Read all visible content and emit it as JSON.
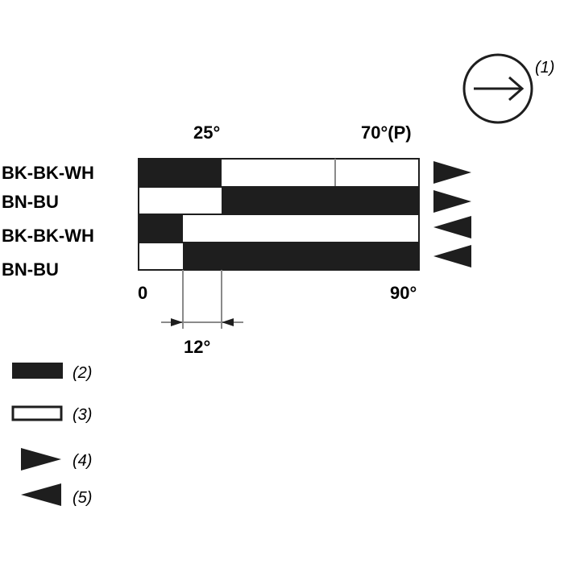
{
  "colors": {
    "closed": "#1e1e1e",
    "open": "#ffffff",
    "stroke": "#1e1e1e",
    "guide": "#8a8a8a"
  },
  "direction": {
    "icon": "arrow-right-in-circle-icon",
    "ref": "(1)"
  },
  "angles": {
    "switch_a": "25°",
    "switch_b": "70°(P)",
    "start": "0",
    "end": "90°",
    "offset": "12°"
  },
  "contacts": [
    {
      "label": "BK-BK-WH",
      "closed_ranges": [
        [
          0,
          25
        ]
      ],
      "arrow": "right-triangle-icon"
    },
    {
      "label": "BN-BU",
      "closed_ranges": [
        [
          25,
          90
        ]
      ],
      "arrow": "right-triangle-icon"
    },
    {
      "label": "BK-BK-WH",
      "closed_ranges": [
        [
          0,
          13
        ]
      ],
      "arrow": "left-triangle-icon"
    },
    {
      "label": "BN-BU",
      "closed_ranges": [
        [
          13,
          90
        ]
      ],
      "arrow": "left-triangle-icon"
    }
  ],
  "legend": [
    {
      "icon": "filled-bar-icon",
      "ref": "(2)"
    },
    {
      "icon": "empty-bar-icon",
      "ref": "(3)"
    },
    {
      "icon": "right-triangle-icon",
      "ref": "(4)"
    },
    {
      "icon": "left-triangle-icon",
      "ref": "(5)"
    }
  ]
}
